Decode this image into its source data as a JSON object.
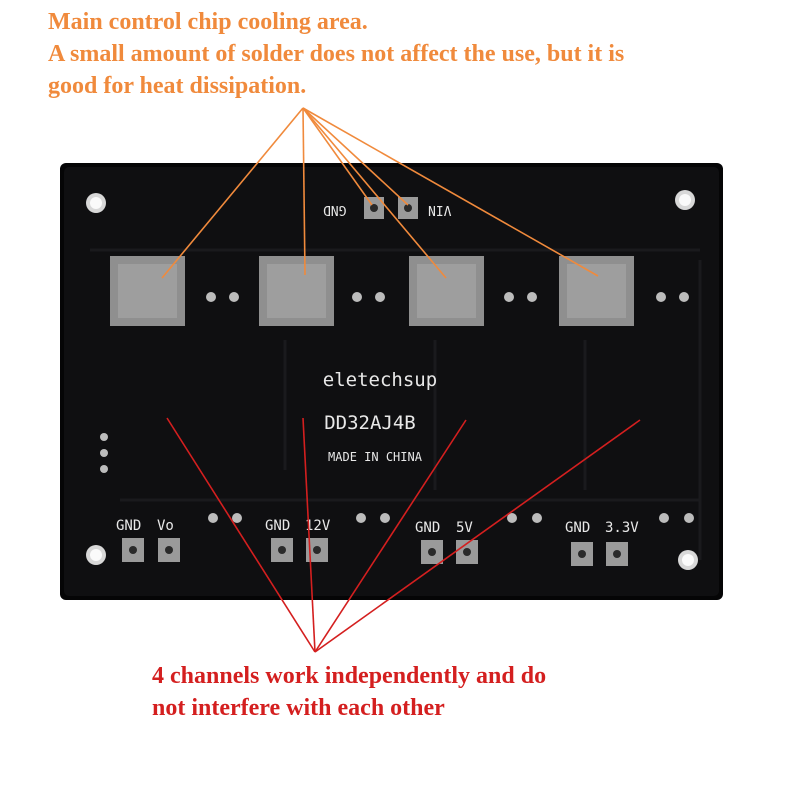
{
  "annotations": {
    "top_line1": "Main control chip cooling area.",
    "top_line2": "A small amount of solder does not affect the use, but it is",
    "top_line3": "good for heat dissipation.",
    "bottom_line1": "4 channels work independently and do",
    "bottom_line2": "not interfere with each other"
  },
  "board": {
    "brand": "eletechsup",
    "model": "DD32AJ4B",
    "origin": "MADE IN CHINA",
    "input_gnd": "GND",
    "input_vin": "VIN",
    "outputs": [
      {
        "gnd": "GND",
        "label": "Vo"
      },
      {
        "gnd": "GND",
        "label": "12V"
      },
      {
        "gnd": "GND",
        "label": "5V"
      },
      {
        "gnd": "GND",
        "label": "3.3V"
      }
    ]
  },
  "colors": {
    "orange": "#f08a3c",
    "red": "#d41f1f",
    "pcb": "#0b0b0c",
    "pad": "#9a9a9a"
  }
}
